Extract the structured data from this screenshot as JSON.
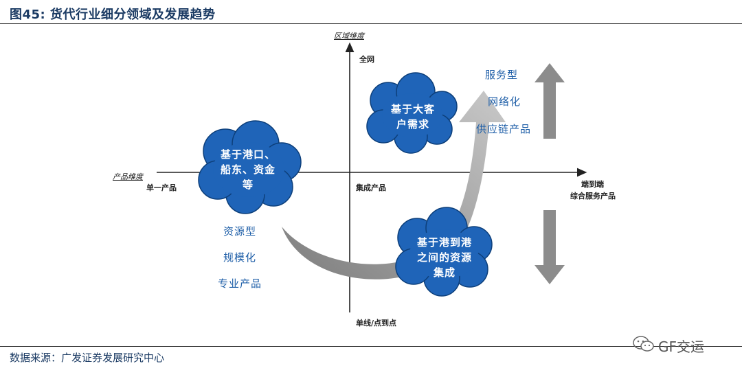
{
  "title": "图45:  货代行业细分领域及发展趋势",
  "source": "数据来源：广发证券发展研究中心",
  "watermark": "GF交运",
  "axes": {
    "y_name": "区域维度",
    "y_top": "全网",
    "y_bottom": "单线/点到点",
    "x_name": "产品维度",
    "x_left": "单一产品",
    "x_mid": "集成产品",
    "x_right_1": "端到端",
    "x_right_2": "综合服务产品"
  },
  "clouds": {
    "port_shipping": [
      "基于港口、",
      "船东、资金",
      "等"
    ],
    "major_client": [
      "基于大客",
      "户需求"
    ],
    "port_to_port": [
      "基于港到港",
      "之间的资源",
      "集成"
    ]
  },
  "trends": {
    "left": [
      "资源型",
      "规模化",
      "专业产品"
    ],
    "right": [
      "服务型",
      "网络化",
      "供应链产品"
    ]
  },
  "colors": {
    "cloud_fill": "#1f64b8",
    "cloud_stroke": "#0d3f7a",
    "arrow_gray": "#8c8c8c",
    "text_blue": "#1f5fa8"
  }
}
